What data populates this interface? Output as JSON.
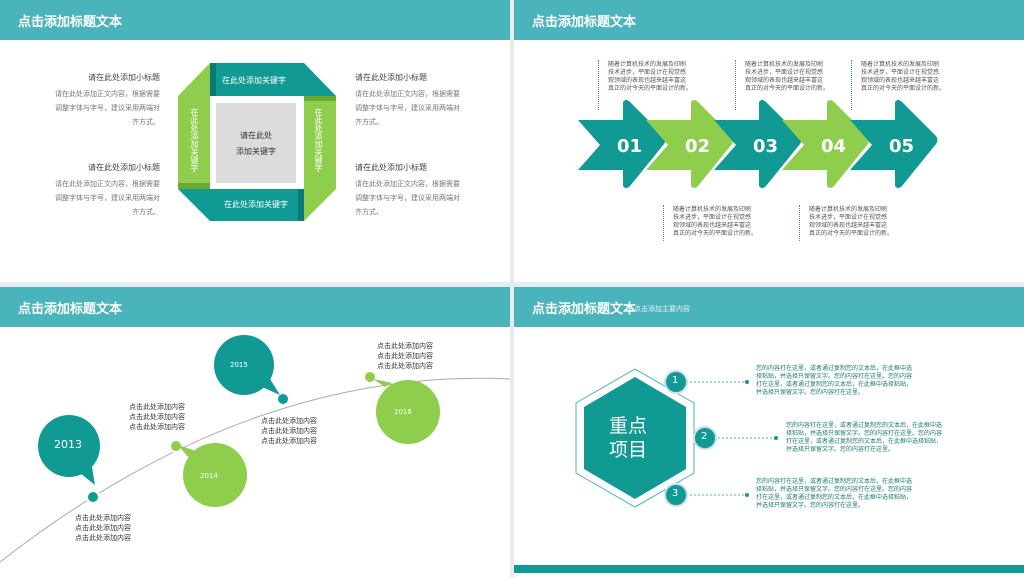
{
  "colors": {
    "teal": "#119a93",
    "green": "#8fce4d",
    "header": "#4ab4bc"
  },
  "slide1": {
    "title": "点击添加标题文本",
    "items": [
      {
        "subtitle": "请在此处添加小标题",
        "body": [
          "请在此处添加正文内容，根据需要",
          "调整字体与字号，建议采用两端对",
          "齐方式。"
        ]
      },
      {
        "subtitle": "请在此处添加小标题",
        "body": [
          "请在此处添加正文内容，根据需要",
          "调整字体与字号，建议采用两端对",
          "齐方式。"
        ]
      },
      {
        "subtitle": "请在此处添加小标题",
        "body": [
          "请在此处添加正文内容，根据需要",
          "调整字体与字号，建议采用两端对",
          "齐方式。"
        ]
      },
      {
        "subtitle": "请在此处添加小标题",
        "body": [
          "请在此处添加正文内容，根据需要",
          "调整字体与字号，建议采用两端对",
          "齐方式。"
        ]
      }
    ],
    "keyword": "在此处添加关键字",
    "center": [
      "请在此处",
      "添加关键字"
    ]
  },
  "slide2": {
    "title": "点击添加标题文本",
    "arrows": [
      "01",
      "02",
      "03",
      "04",
      "05"
    ],
    "text": [
      "随着计算机技术的发展及印刷",
      "技术进步，平面设计在视觉感",
      "观领域的表现也越来越丰富这",
      "真正的对今天的平面设计的新。"
    ]
  },
  "slide3": {
    "title": "点击添加标题文本",
    "years": [
      "2013",
      "2014",
      "2015",
      "2016"
    ],
    "text": [
      "点击此处添加内容",
      "点击此处添加内容",
      "点击此处添加内容"
    ]
  },
  "slide4": {
    "title": "点击添加标题文本",
    "subtitle": "点击添加主要内容",
    "center": [
      "重点",
      "项目"
    ],
    "numbers": [
      "1",
      "2",
      "3"
    ],
    "text": [
      "您的内容打在这里，或者通过复制您的文本后，在此框中选",
      "择粘贴，并选择只保留文字。您的内容打在这里。您的内容",
      "打在这里，或者通过复制您的文本后，在此框中选择粘贴，",
      "并选择只保留文字。您的内容打在这里。"
    ]
  }
}
